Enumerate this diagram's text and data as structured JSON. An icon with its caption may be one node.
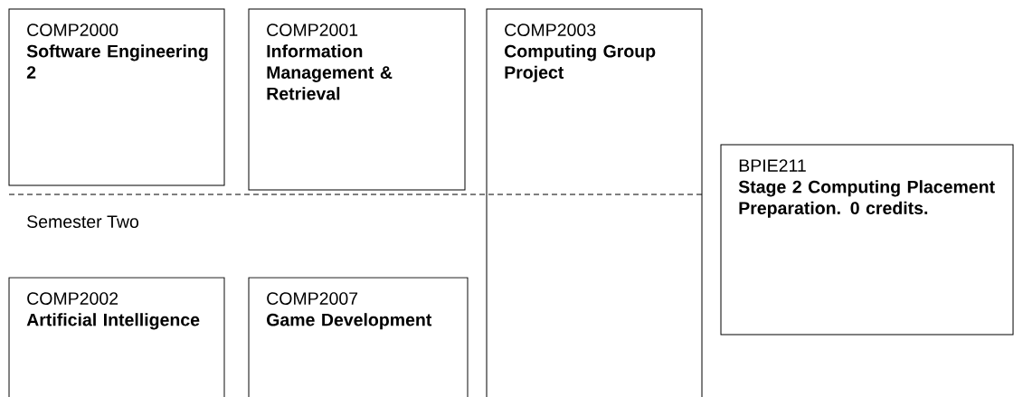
{
  "diagram": {
    "nodes": [
      {
        "text": [
          "COMP2000",
          "Software Engineering 2"
        ]
      },
      {
        "text": [
          "COMP2001",
          "Information Management & Retrieval"
        ]
      },
      {
        "text": [
          "COMP2003",
          "Computing Group Project"
        ]
      },
      {
        "text": [
          "BPIE211",
          "Stage 2 Computing Placement Preparation. 0 credits."
        ]
      },
      {
        "text": [
          "COMP2002",
          "Artificial Intelligence"
        ]
      },
      {
        "text": [
          "COMP2007",
          "Game Development"
        ]
      }
    ],
    "labels": [
      "Semester Two"
    ]
  }
}
